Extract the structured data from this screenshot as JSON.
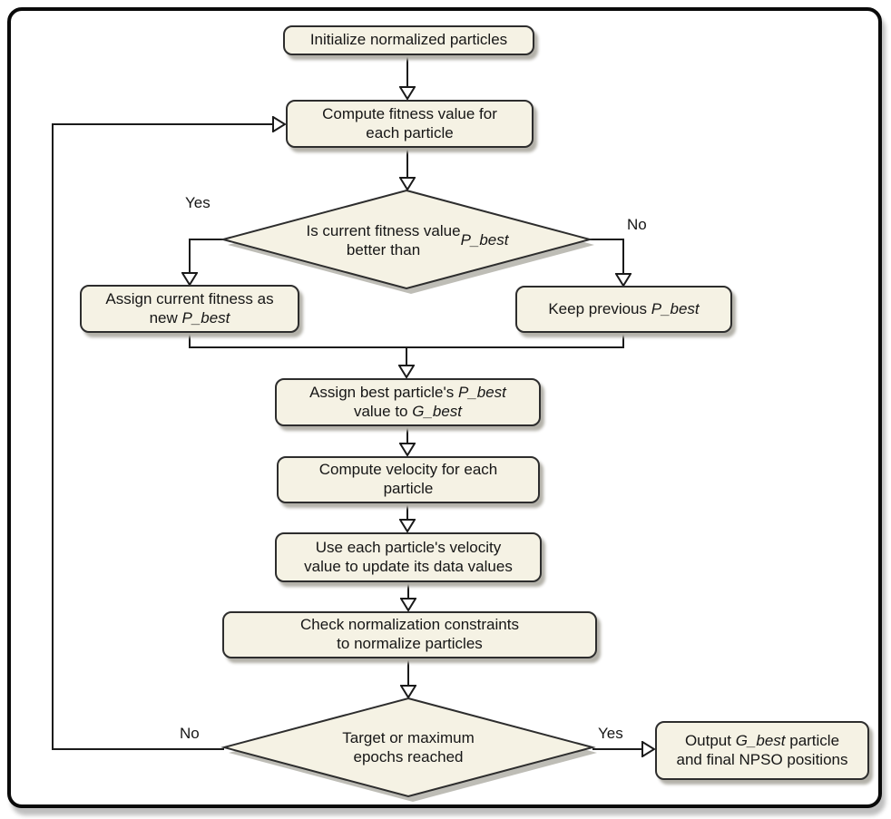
{
  "colors": {
    "node_fill": "#f5f2e4",
    "node_border": "#2d2d2d",
    "line": "#1a1a1a",
    "shadow": "#b3b1a9",
    "text": "#161616",
    "frame_border": "#0a0a0a"
  },
  "nodes": {
    "init": {
      "label": "Initialize normalized particles"
    },
    "fitness": {
      "label": "Compute fitness value for\neach particle"
    },
    "decision_fitness": {
      "label": "Is current fitness value\nbetter than *P_best*"
    },
    "assign_pbest": {
      "label": "Assign current fitness as\nnew *P_best*"
    },
    "keep_pbest": {
      "label": "Keep previous *P_best*"
    },
    "assign_gbest": {
      "label": "Assign best particle's *P_best*\nvalue to *G_best*"
    },
    "velocity": {
      "label": "Compute velocity for each\nparticle"
    },
    "update": {
      "label": "Use each particle's velocity\nvalue to update its data values"
    },
    "normalize": {
      "label": "Check normalization constraints\nto normalize particles"
    },
    "decision_epochs": {
      "label": "Target or maximum\nepochs reached"
    },
    "output": {
      "label": "Output *G_best* particle\nand final NPSO positions"
    }
  },
  "edge_labels": {
    "yes_top": "Yes",
    "no_top": "No",
    "no_bottom": "No",
    "yes_bottom": "Yes"
  }
}
